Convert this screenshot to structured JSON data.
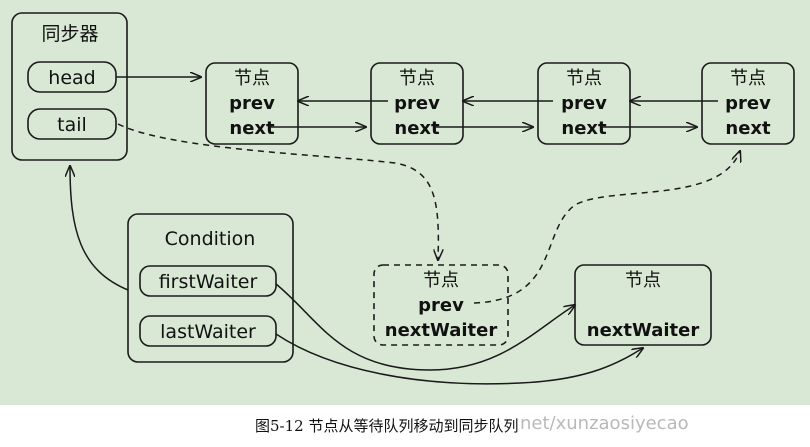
{
  "sync": {
    "title": "同步器",
    "head": "head",
    "tail": "tail"
  },
  "nodes": [
    {
      "name": "节点",
      "prev": "prev",
      "next": "next"
    },
    {
      "name": "节点",
      "prev": "prev",
      "next": "next"
    },
    {
      "name": "节点",
      "prev": "prev",
      "next": "next"
    },
    {
      "name": "节点",
      "prev": "prev",
      "next": "next"
    }
  ],
  "condition": {
    "title": "Condition",
    "first": "firstWaiter",
    "last": "lastWaiter"
  },
  "moving_node": {
    "name": "节点",
    "prev": "prev",
    "next": "nextWaiter"
  },
  "waiting_node": {
    "name": "节点",
    "next": "nextWaiter"
  },
  "caption": "图5-12   节点从等待队列移动到同步队列",
  "watermark": "net/xunzaosiyecao",
  "colors": {
    "background": "#d9e8d4",
    "stroke": "#1a1a1a"
  }
}
